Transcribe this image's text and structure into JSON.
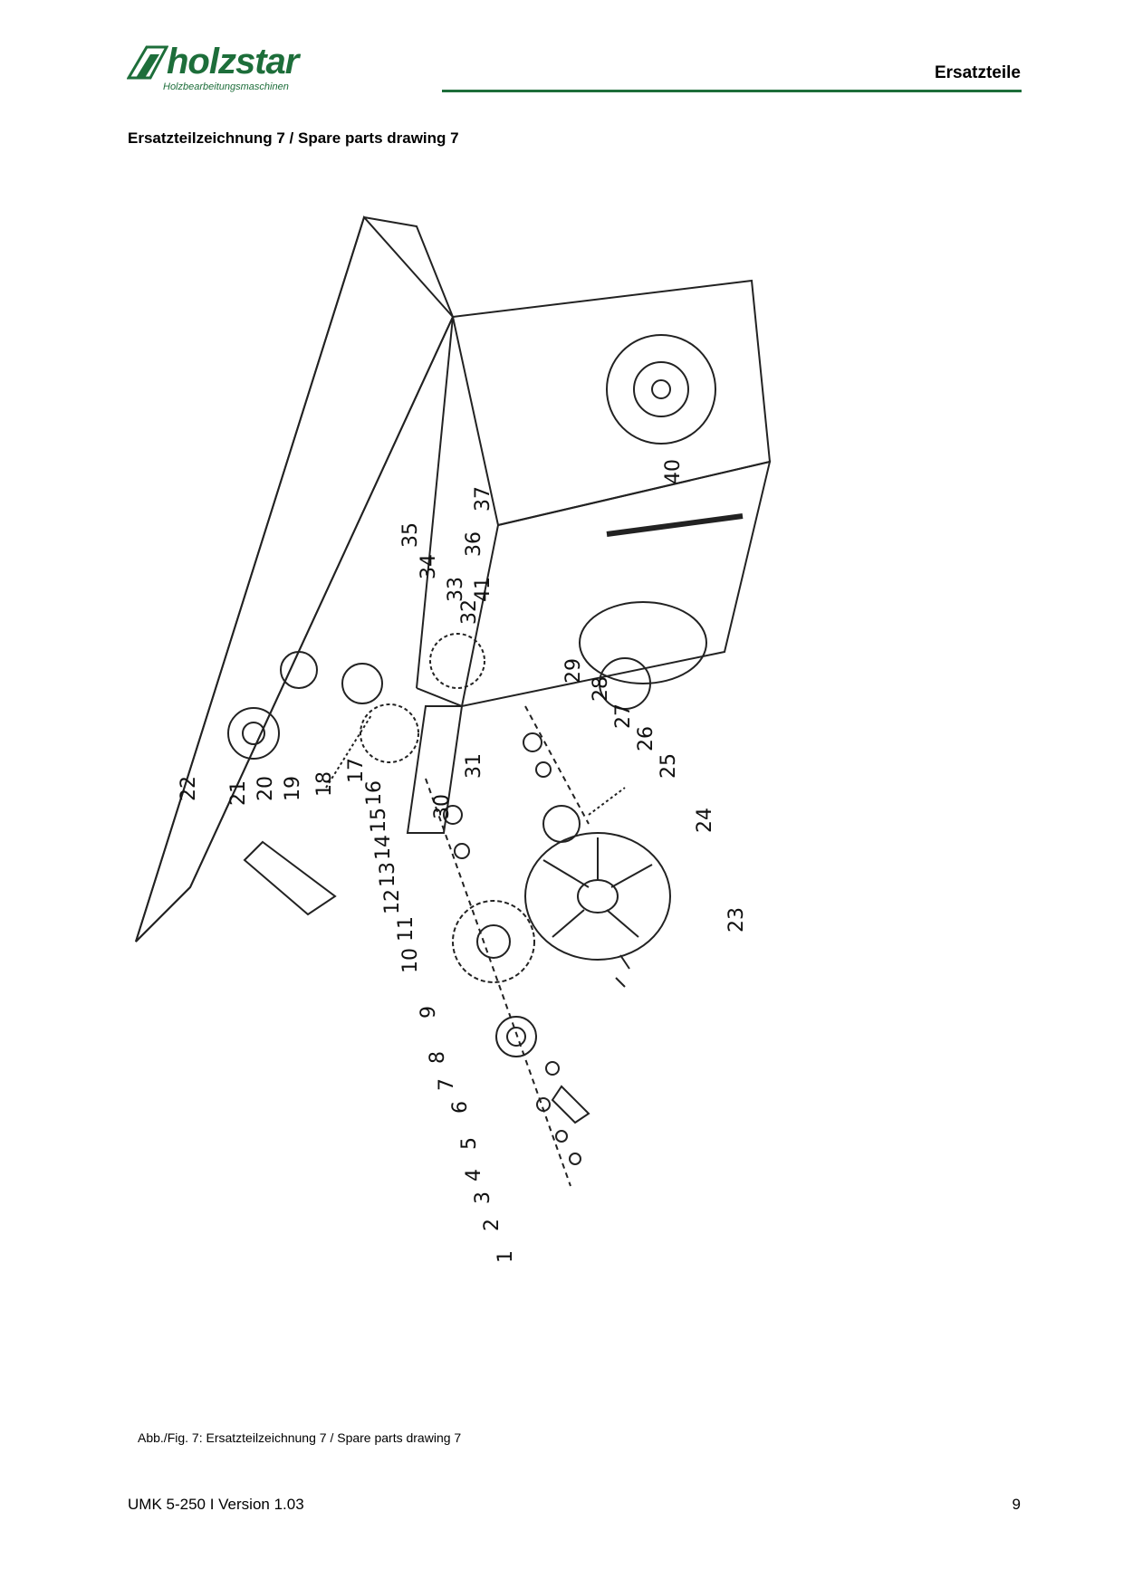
{
  "header": {
    "brand": "holzstar",
    "brand_sub": "Holzbearbeitungsmaschinen",
    "section": "Ersatzteile",
    "accent_color": "#1d6e3a"
  },
  "page_heading": "Ersatzteilzeichnung 7 / Spare parts drawing 7",
  "drawing": {
    "part_numbers": [
      "1",
      "2",
      "3",
      "4",
      "5",
      "6",
      "7",
      "8",
      "9",
      "10",
      "11",
      "12",
      "13",
      "14",
      "15",
      "16",
      "17",
      "18",
      "19",
      "20",
      "21",
      "22",
      "23",
      "24",
      "25",
      "26",
      "27",
      "28",
      "29",
      "30",
      "31",
      "32",
      "33",
      "34",
      "35",
      "36",
      "37",
      "40",
      "41"
    ]
  },
  "caption": "Abb./Fig.  7: Ersatzteilzeichnung 7 / Spare parts drawing 7",
  "footer": {
    "doc": "UMK 5-250 I Version 1.03",
    "page": "9"
  }
}
